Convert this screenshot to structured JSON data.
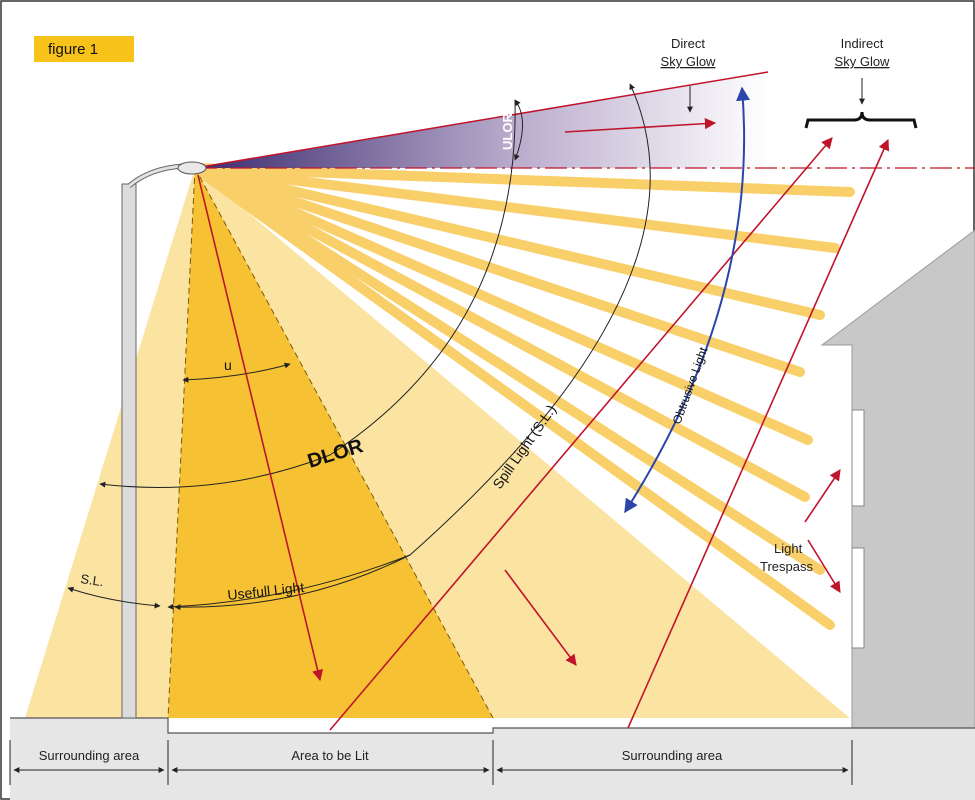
{
  "figure_label": "figure 1",
  "labels": {
    "direct_sky_glow_1": "Direct",
    "direct_sky_glow_2": "Sky Glow",
    "indirect_sky_glow_1": "Indirect",
    "indirect_sky_glow_2": "Sky Glow",
    "ulor": "ULOR",
    "dlor": "DLOR",
    "u": "u",
    "spill_light": "Spill Light (S.L.)",
    "obtrusive_light": "Obtrusive Light",
    "light_trespass_1": "Light",
    "light_trespass_2": "Trespass",
    "usefull_light": "Usefull  Light",
    "sl": "S.L."
  },
  "areas": {
    "left": "Surrounding area",
    "center": "Area to be Lit",
    "right": "Surrounding area"
  },
  "colors": {
    "light_pale": "#fbe3a2",
    "light_main": "#f6c233",
    "beam": "#f9cf6a",
    "red_arrow": "#c0142b",
    "blue_arrow": "#2b46a8",
    "ulor_purple": "#4b3a7c",
    "building": "#c8c8c8",
    "ground": "#e6e6e6",
    "label_box": "#f7c21a"
  }
}
